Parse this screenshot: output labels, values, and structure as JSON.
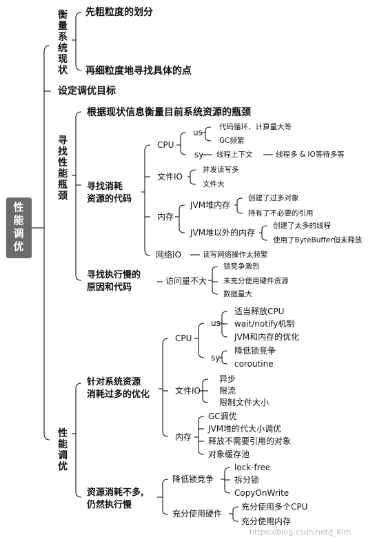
{
  "root": "性能调优",
  "sections": {
    "measure": {
      "label": "衡量系统现状",
      "children": [
        "先粗粒度的划分",
        "再细粒度地寻找具体的点"
      ]
    },
    "goal": "设定调优目标",
    "find": {
      "label": "寻找性能瓶颈",
      "measure_resources": "根据现状信息衡量目前系统资源的瓶颈",
      "costly_code": {
        "label": "寻找消耗\n资源的代码",
        "cpu": {
          "label": "CPU",
          "us": "us",
          "us_items": [
            "代码循环、计算量大等",
            "GC频繁"
          ],
          "sy": "sy",
          "sy_item": "线程上下文",
          "sy_item2": "线程多 & IO等待多等"
        },
        "fileio": {
          "label": "文件IO",
          "items": [
            "并发读写多",
            "文件大"
          ]
        },
        "memory": {
          "label": "内存",
          "heap": "JVM堆内存",
          "heap_items": [
            "创建了过多对象",
            "持有了不必要的引用"
          ],
          "offheap": "JVM堆以外的内存",
          "offheap_items": [
            "创建了太多的线程",
            "使用了ByteBuffer但未释放"
          ]
        },
        "netio": {
          "label": "网络IO",
          "item": "读写网络操作太频繁"
        }
      },
      "slow_code": {
        "label": "寻找执行慢的\n原因和代码",
        "visits": "访问量不大",
        "items": [
          "锁竞争激烈",
          "未充分使用硬件资源",
          "数据量大"
        ]
      }
    },
    "tune": {
      "label": "性能调优",
      "high_cost": {
        "label": "针对系统资源\n消耗过多的优化",
        "cpu": {
          "label": "CPU",
          "us": "us",
          "us_items": [
            "适当释放CPU",
            "wait/notify机制",
            "JVM和内存的优化"
          ],
          "sy": "sy",
          "sy_items": [
            "降低锁竞争",
            "coroutine"
          ]
        },
        "fileio": {
          "label": "文件IO",
          "items": [
            "异步",
            "限流",
            "限制文件大小"
          ]
        },
        "memory": {
          "label": "内存",
          "items": [
            "GC调优",
            "JVM堆的代大小调优",
            "释放不需要引用的对象",
            "对象缓存池"
          ]
        }
      },
      "low_cost": {
        "label": "资源消耗不多,\n仍然执行慢",
        "lock": {
          "label": "降低锁竞争",
          "items": [
            "lock-free",
            "拆分锁",
            "CopyOnWrite"
          ]
        },
        "hardware": {
          "label": "充分使用硬件",
          "items": [
            "充分使用多个CPU",
            "充分使用内存"
          ]
        }
      }
    }
  },
  "watermark": "https://blog.csdn.net/J_Kim"
}
